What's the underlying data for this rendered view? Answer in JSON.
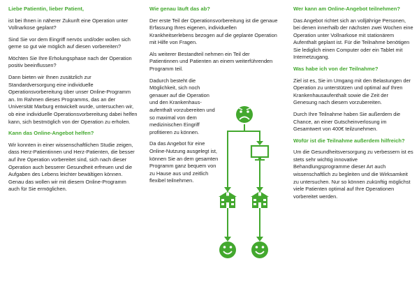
{
  "col1": {
    "heading1": "Liebe Patientin, lieber Patient,",
    "p1": "ist bei Ihnen in näherer Zukunft eine Operation unter Vollnarkose geplant?",
    "p2": "Sind Sie vor dem Eingriff nervös und/oder wollen sich gerne so gut wie möglich auf diesen vorbereiten?",
    "p3": "Möchten Sie Ihre Erholungsphase nach der Operation positiv beeinflussen?",
    "p4": "Dann bieten wir Ihnen zusätzlich zur Standardversorgung eine individuelle Operationsvorbereitung über unser Online-Programm an. Im Rahmen dieses Programms, das an der Universität Marburg entwickelt wurde, untersuchen wir, ob eine individuelle Operationsvorbereitung dabei helfen kann, sich bestmöglich von der Operation zu erholen.",
    "heading2": "Kann das Online-Angebot helfen?",
    "p5": "Wir konnten in einer wissenschaftlichen Studie zeigen, dass Herz-Patientinnen und Herz-Patienten, die besser auf ihre Operation vorbereitet sind, sich nach dieser Operation auch besserer Gesundheit erfreuen und die Aufgaben des Lebens leichter bewältigen können. Genau das wollen wir mit diesem Online-Programm auch für Sie ermöglichen."
  },
  "col2": {
    "heading1": "Wie genau läuft das ab?",
    "p1": "Der erste Teil der Operationsvorbereitung ist die genaue Erfassung Ihres eigenen, individuellen Krankheitserlebens bezogen auf die geplante Operation mit Hilfe von Fragen.",
    "p2": "Als weiterer Bestandteil nehmen ein Teil der Patientinnen und Patienten an einem weiterführenden Programm teil.",
    "p3": "Dadurch besteht die Möglichkeit, sich noch genauer auf die Operation und den Krankenhaus-aufenthalt vorzubereiten und so maximal von dem medizinischen Eingriff profitieren zu können.",
    "p4": "Da das Angebot für eine Online-Nutzung ausgelegt ist, können Sie an dem gesamten Programm ganz bequem von zu Hause aus und zeitlich flexibel teilnehmen."
  },
  "col3": {
    "heading1": "Wer kann am Online-Angebot teilnehmen?",
    "p1": "Das Angebot richtet sich an volljährige Personen, bei denen innerhalb der nächsten zwei Wochen eine Operation unter Vollnarkose mit stationärem Aufenthalt geplant ist. Für die Teilnahme benötigen Sie lediglich einen Computer oder ein Tablet mit Internetzugang.",
    "heading2": "Was habe ich von der Teilnahme?",
    "p2": "Ziel ist es, Sie im Umgang mit den Belastungen der Operation zu unterstützen und optimal auf Ihren Krankenhausaufenthalt sowie die Zeit der Genesung nach diesem vorzubereiten.",
    "p3": "Durch Ihre Teilnahme haben Sie außerdem die Chance, an einer Gutscheinverlosung im Gesamtwert von 400€ teilzunehmen.",
    "heading3": "Wofür ist die Teilnahme außerdem hilfreich?",
    "p4": "Um die Gesundheitsversorgung zu verbessern ist es stets sehr wichtig innovative Behandlungsprogramme dieser Art auch wissenschaftlich zu begleiten und die Wirksamkeit zu untersuchen. Nur so können zukünftig möglichst viele Patienten optimal auf Ihre Operationen vorbereitet werden."
  },
  "diagram": {
    "accent_color": "#43a82e",
    "icons": [
      "sad-face-icon",
      "computer-monitor-icon",
      "hospital-icon",
      "hospital-icon",
      "happy-face-icon",
      "happy-face-icon"
    ]
  }
}
